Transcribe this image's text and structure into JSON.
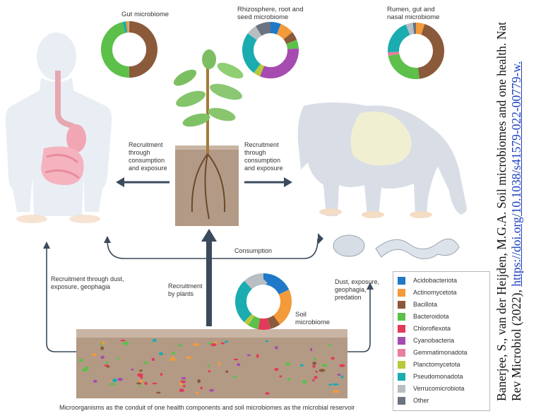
{
  "donuts": {
    "gut": {
      "title": "Gut microbiome",
      "segments": [
        {
          "taxon": "Bacillota",
          "fraction": 0.5
        },
        {
          "taxon": "Bacteroidota",
          "fraction": 0.46
        },
        {
          "taxon": "Pseudomonadota",
          "fraction": 0.02
        },
        {
          "taxon": "Actinomycetota",
          "fraction": 0.015
        },
        {
          "taxon": "Verrucomicrobiota",
          "fraction": 0.005
        }
      ]
    },
    "rhizosphere": {
      "title": "Rhizosphere, root and\nseed microbiome",
      "segments": [
        {
          "taxon": "Acidobacteriota",
          "fraction": 0.06
        },
        {
          "taxon": "Actinomycetota",
          "fraction": 0.08
        },
        {
          "taxon": "Bacillota",
          "fraction": 0.05
        },
        {
          "taxon": "Bacteroidota",
          "fraction": 0.05
        },
        {
          "taxon": "Cyanobacteria",
          "fraction": 0.32
        },
        {
          "taxon": "Planctomycetota",
          "fraction": 0.04
        },
        {
          "taxon": "Pseudomonadota",
          "fraction": 0.25
        },
        {
          "taxon": "Verrucomicrobiota",
          "fraction": 0.06
        },
        {
          "taxon": "Other",
          "fraction": 0.09
        }
      ]
    },
    "rumen": {
      "title": "Rumen, gut and\nnasal microbiome",
      "segments": [
        {
          "taxon": "Actinomycetota",
          "fraction": 0.05
        },
        {
          "taxon": "Bacillota",
          "fraction": 0.43
        },
        {
          "taxon": "Bacteroidota",
          "fraction": 0.24
        },
        {
          "taxon": "Gemmatimonadota",
          "fraction": 0.02
        },
        {
          "taxon": "Pseudomonadota",
          "fraction": 0.2
        },
        {
          "taxon": "Verrucomicrobiota",
          "fraction": 0.04
        },
        {
          "taxon": "Other",
          "fraction": 0.02
        }
      ]
    },
    "soil": {
      "title": "Soil\nmicrobiome",
      "segments": [
        {
          "taxon": "Acidobacteriota",
          "fraction": 0.18
        },
        {
          "taxon": "Actinomycetota",
          "fraction": 0.22
        },
        {
          "taxon": "Bacillota",
          "fraction": 0.06
        },
        {
          "taxon": "Chloroflexota",
          "fraction": 0.07
        },
        {
          "taxon": "Bacteroidota",
          "fraction": 0.06
        },
        {
          "taxon": "Planctomycetota",
          "fraction": 0.03
        },
        {
          "taxon": "Pseudomonadota",
          "fraction": 0.26
        },
        {
          "taxon": "Verrucomicrobiota",
          "fraction": 0.12
        }
      ]
    }
  },
  "labels": {
    "recruit_left": "Recruitment\nthrough\nconsumption\nand exposure",
    "recruit_right": "Recruitment\nthrough\nconsumption\nand exposure",
    "consumption": "Consumption",
    "dust_left": "Recruitment through dust,\nexposure, geophagia",
    "by_plants": "Recruitment\nby plants",
    "dust_right": "Dust, exposure,\ngeophagia,\npredation"
  },
  "legend": [
    {
      "name": "Acidobacteriota",
      "color": "#1f78c8"
    },
    {
      "name": "Actinomycetota",
      "color": "#f39a3b"
    },
    {
      "name": "Bacillota",
      "color": "#8b5a3a"
    },
    {
      "name": "Bacteroidota",
      "color": "#5cc04a"
    },
    {
      "name": "Chloroflexota",
      "color": "#e23b5a"
    },
    {
      "name": "Cyanobacteria",
      "color": "#a64bb0"
    },
    {
      "name": "Gemmatimonadota",
      "color": "#e77f9d"
    },
    {
      "name": "Planctomycetota",
      "color": "#b8c93a"
    },
    {
      "name": "Pseudomonadota",
      "color": "#1aacb0"
    },
    {
      "name": "Verrucomicrobiota",
      "color": "#b9bec3"
    },
    {
      "name": "Other",
      "color": "#6b7280"
    }
  ],
  "caption": "Microorganisms as the conduit of one health components and soil microbiomes as the microbial reservoir",
  "citation": {
    "text": "Banerjee, S., van der Heijden, M.G.A. Soil microbiomes and one health. Nat Rev Microbiol (2022),",
    "link": "https://doi.org/10.1038/s41579-022-00779-w."
  }
}
